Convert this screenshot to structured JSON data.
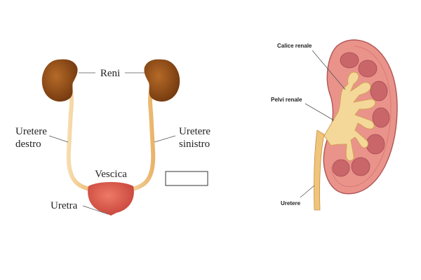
{
  "urinary_system": {
    "kidneys_label": "Reni",
    "right_ureter_label_1": "Uretere",
    "right_ureter_label_2": "destro",
    "left_ureter_label_1": "Uretere",
    "left_ureter_label_2": "sinistro",
    "bladder_label": "Vescica",
    "urethra_label": "Uretra",
    "empty_label_box": ""
  },
  "kidney_section": {
    "calyx_label": "Calice renale",
    "pelvis_label": "Pelvi renale",
    "ureter_label": "Uretere"
  },
  "colors": {
    "kidney": "#8e4a12",
    "ureter": "#f2c78a",
    "bladder": "#d9534a",
    "cortex": "#e7948c",
    "medulla": "#c8686a",
    "pelvis": "#f3d79b"
  }
}
